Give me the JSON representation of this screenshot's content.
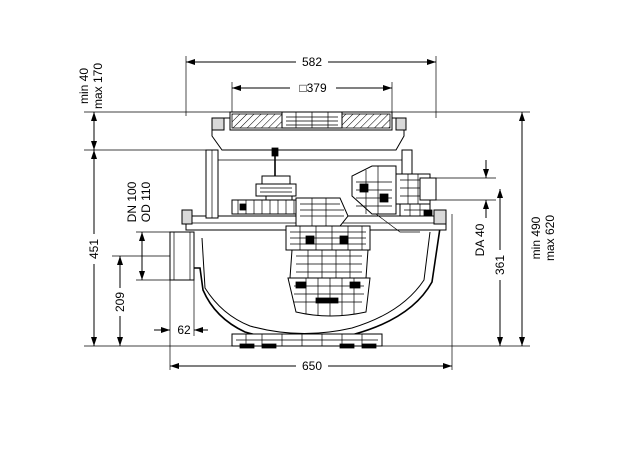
{
  "dimensions": {
    "top_width": "582",
    "cover_size": "□379",
    "bottom_width": "650",
    "flange": "62",
    "total_height": "451",
    "inlet_height": "209",
    "outlet_height": "361",
    "pipe_dn": "DN 100",
    "pipe_od": "OD 110",
    "outlet_da": "DA 40",
    "ext_min": "min 40",
    "ext_max": "max 170",
    "total_min": "min 490",
    "total_max": "max 620"
  },
  "colors": {
    "line": "#000000",
    "fill": "#ffffff",
    "hatch": "#000000"
  }
}
